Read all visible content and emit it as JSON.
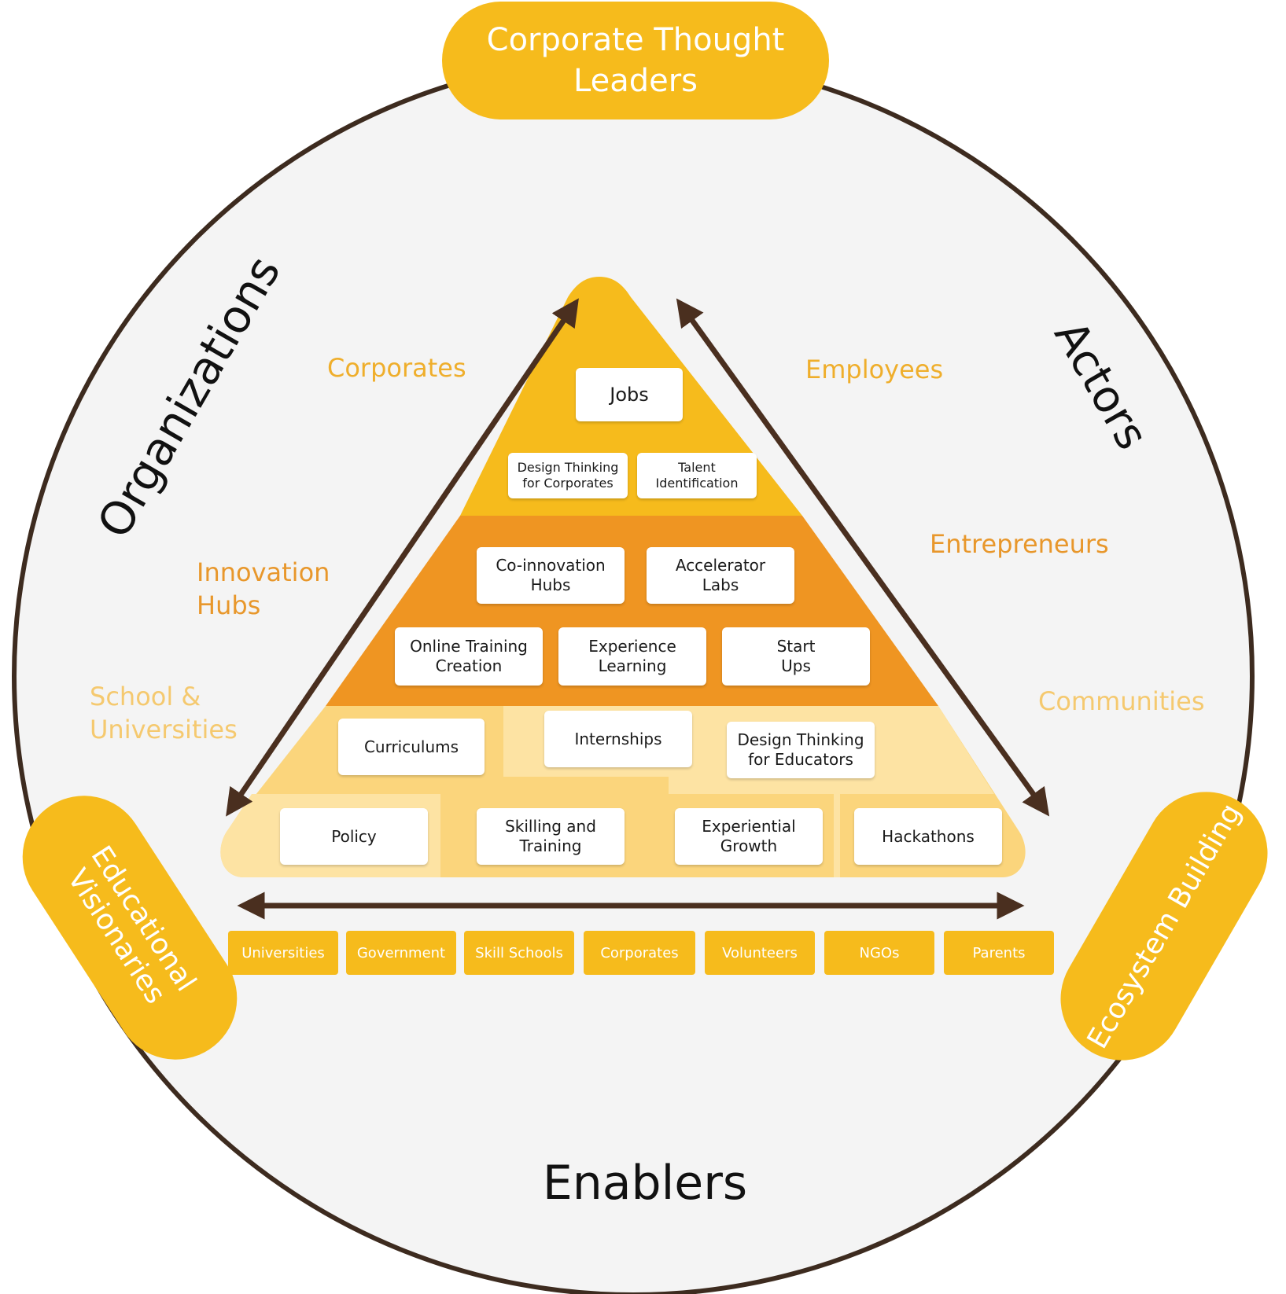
{
  "colors": {
    "circle_fill": "#f4f4f4",
    "circle_stroke": "#3d2b1f",
    "brand_yellow": "#f6bb1c",
    "tier_orange": "#ef9522",
    "tier_light": "#fbd57c",
    "tier_lighter": "#fde3a3",
    "label_gold": "#efae2b",
    "label_orange": "#e8972b",
    "label_pale": "#f5c96f",
    "arrow": "#4a2f1f"
  },
  "pills": {
    "top": "Corporate Thought\nLeaders",
    "left": "Educational Visionaries",
    "right": "Ecosystem Building"
  },
  "group_labels": {
    "organizations": "Organizations",
    "actors": "Actors",
    "enablers": "Enablers"
  },
  "organizations": {
    "corporates": "Corporates",
    "innovation_hubs": "Innovation\nHubs",
    "schools": "School &\nUniversities"
  },
  "actors": {
    "employees": "Employees",
    "entrepreneurs": "Entrepreneurs",
    "communities": "Communities"
  },
  "pyramid": {
    "top_tier": {
      "jobs": "Jobs",
      "design_thinking_corporates": "Design Thinking\nfor Corporates",
      "talent_identification": "Talent\nIdentification"
    },
    "middle_tier": {
      "co_innovation_hubs": "Co-innovation\nHubs",
      "accelerator_labs": "Accelerator\nLabs",
      "online_training": "Online Training\nCreation",
      "experience_learning": "Experience\nLearning",
      "start_ups": "Start\nUps"
    },
    "bottom_tier": {
      "curriculums": "Curriculums",
      "internships": "Internships",
      "design_thinking_educators": "Design Thinking\nfor Educators",
      "policy": "Policy",
      "skilling_training": "Skilling and\nTraining",
      "experiential_growth": "Experiential\nGrowth",
      "hackathons": "Hackathons"
    }
  },
  "enabler_chips": [
    "Universities",
    "Government",
    "Skill Schools",
    "Corporates",
    "Volunteers",
    "NGOs",
    "Parents"
  ],
  "icons": {
    "organizations_arrow": "double-arrow",
    "actors_arrow": "double-arrow",
    "enablers_arrow": "double-arrow"
  }
}
